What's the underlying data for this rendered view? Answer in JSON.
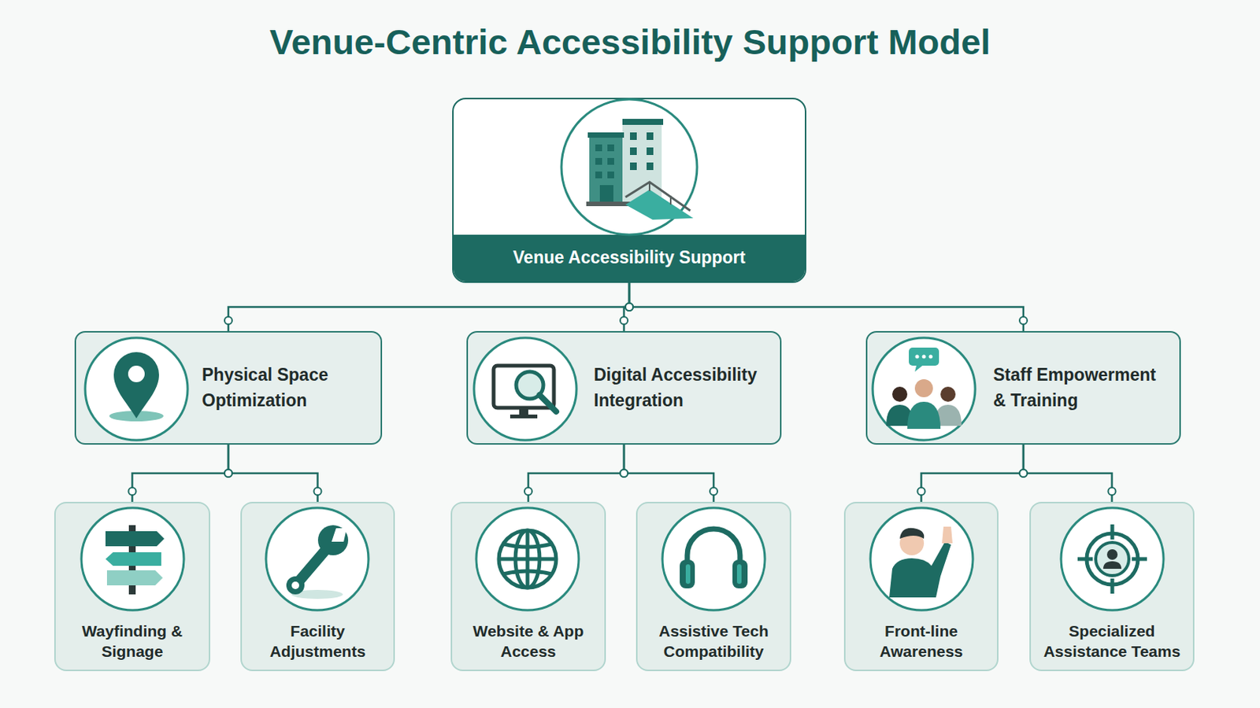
{
  "diagram": {
    "title": "Venue-Centric Accessibility Support Model",
    "nodes": [
      {
        "text": [
          "Venue Accessibility Support"
        ]
      },
      {
        "text": [
          "Physical Space Optimization"
        ]
      },
      {
        "text": [
          "Digital Accessibility Integration"
        ]
      },
      {
        "text": [
          "Staff Empowerment & Training"
        ]
      },
      {
        "text": [
          "Wayfinding & Signage"
        ]
      },
      {
        "text": [
          "Facility Adjustments"
        ]
      },
      {
        "text": [
          "Website & App Access"
        ]
      },
      {
        "text": [
          "Assistive Tech Compatibility"
        ]
      },
      {
        "text": [
          "Front-line Awareness"
        ]
      },
      {
        "text": [
          "Specialized Assistance Teams"
        ]
      }
    ],
    "edges": [
      {
        "from": 0,
        "to": 1,
        "arrow": "none"
      },
      {
        "from": 0,
        "to": 2,
        "arrow": "none"
      },
      {
        "from": 0,
        "to": 3,
        "arrow": "none"
      },
      {
        "from": 1,
        "to": 4,
        "arrow": "none"
      },
      {
        "from": 1,
        "to": 5,
        "arrow": "none"
      },
      {
        "from": 2,
        "to": 6,
        "arrow": "none"
      },
      {
        "from": 2,
        "to": 7,
        "arrow": "none"
      },
      {
        "from": 3,
        "to": 8,
        "arrow": "none"
      },
      {
        "from": 3,
        "to": 9,
        "arrow": "none"
      }
    ]
  }
}
